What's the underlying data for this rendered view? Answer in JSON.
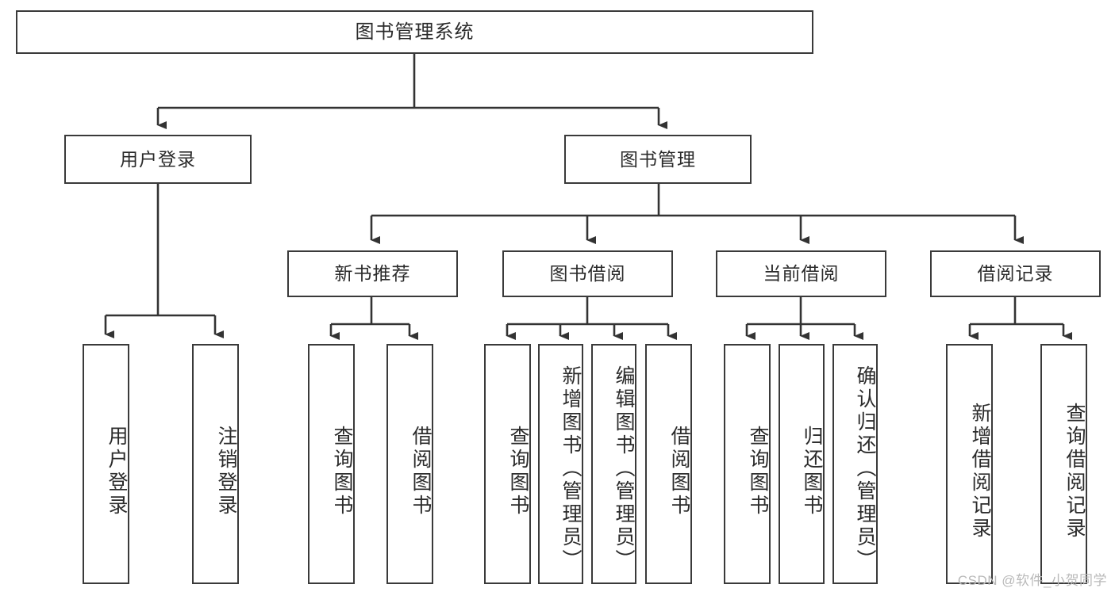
{
  "diagram": {
    "title": "图书管理系统",
    "type": "tree",
    "watermark": "CSDN @软件_小贺同学",
    "colors": {
      "box_border": "#3a3a3a",
      "box_fill": "#ffffff",
      "connector": "#333333",
      "text": "#2b2b2b",
      "watermark": "#b9b9b9"
    },
    "levels": [
      {
        "level": 1,
        "nodes": [
          "图书管理系统"
        ]
      },
      {
        "level": 2,
        "nodes": [
          "用户登录",
          "图书管理"
        ]
      },
      {
        "level": 3,
        "nodes": [
          "新书推荐",
          "图书借阅",
          "当前借阅",
          "借阅记录"
        ]
      },
      {
        "level": 4,
        "nodes": [
          "用户登录",
          "注销登录",
          "查询图书",
          "借阅图书",
          "查询图书",
          "新增图书（管理员）",
          "编辑图书（管理员）",
          "借阅图书",
          "查询图书",
          "归还图书",
          "确认归还（管理员）",
          "新增借阅记录",
          "查询借阅记录"
        ]
      }
    ],
    "root": {
      "label": "图书管理系统"
    },
    "branch_user": {
      "label": "用户登录"
    },
    "branch_book": {
      "label": "图书管理"
    },
    "groups": {
      "new_books": {
        "label": "新书推荐"
      },
      "borrow": {
        "label": "图书借阅"
      },
      "current": {
        "label": "当前借阅"
      },
      "records": {
        "label": "借阅记录"
      }
    },
    "leaves": {
      "user_login": "用户登录",
      "user_logout": "注销登录",
      "nb_query": "查询图书",
      "nb_borrow": "借阅图书",
      "bw_query": "查询图书",
      "bw_add": "新增图书（管理员）",
      "bw_edit": "编辑图书（管理员）",
      "bw_borrow": "借阅图书",
      "cur_query": "查询图书",
      "cur_return": "归还图书",
      "cur_confirm": "确认归还（管理员）",
      "rec_add": "新增借阅记录",
      "rec_query": "查询借阅记录"
    }
  }
}
